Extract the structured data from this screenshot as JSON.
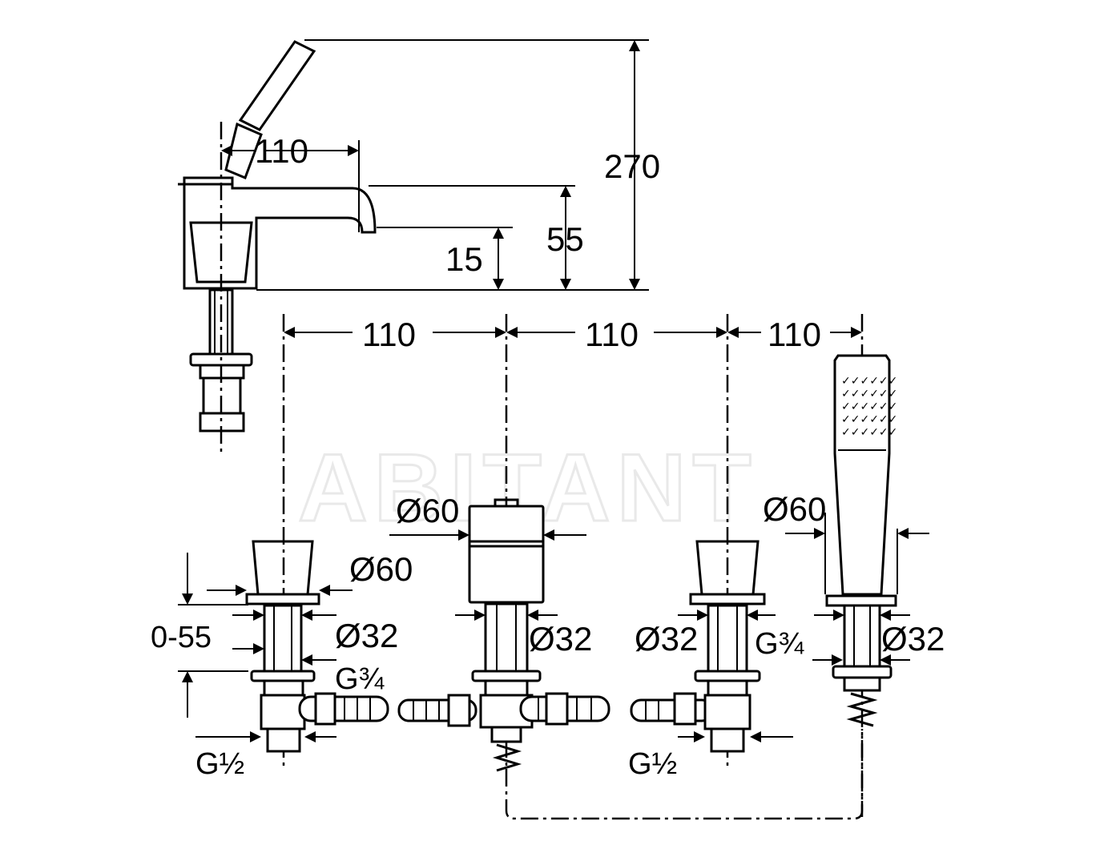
{
  "watermark": "ABITANT",
  "dimensions": {
    "height_total": "270",
    "spout_offset": "110",
    "spout_height": "55",
    "spout_clearance": "15",
    "spacing_1": "110",
    "spacing_2": "110",
    "spacing_3": "110",
    "deck_range": "0-55"
  },
  "diameters": {
    "left_handle": "Ø60",
    "center_handle": "Ø60",
    "shower_handle": "Ø60",
    "left_shank": "Ø32",
    "center_shank": "Ø32",
    "right_shank": "Ø32",
    "shower_shank": "Ø32"
  },
  "threads": {
    "left_outlet": "G¾",
    "left_inlet": "G½",
    "right_inlet": "G½",
    "shower_outlet": "G¾"
  }
}
